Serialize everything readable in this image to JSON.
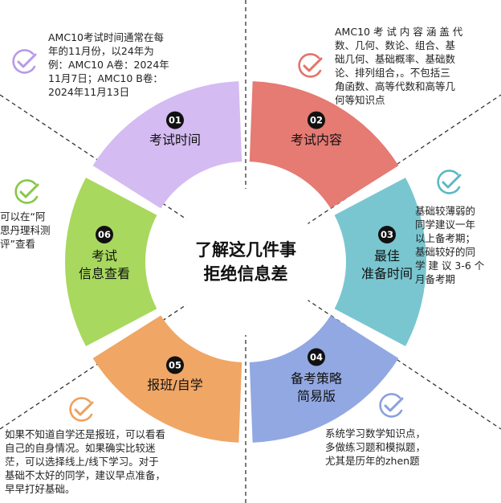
{
  "center": {
    "line1": "了解这几件事",
    "line2": "拒绝信息差"
  },
  "segments": [
    {
      "number": "01",
      "title": [
        "考试时间"
      ],
      "color": "#d4bbf2",
      "note": [
        "AMC10考试时间通常在每",
        "年的11月份，以24年为",
        "例：AMC10 A卷：2024年",
        "11月7日；AMC10 B卷：",
        "2024年11月13日"
      ],
      "check_color": "#b79ae8"
    },
    {
      "number": "02",
      "title": [
        "考试内容"
      ],
      "color": "#e57b73",
      "note": [
        "AMC10 考 试 内 容 涵 盖 代",
        "数、几何、数论、组合、基",
        "础几何、基础概率、基础数",
        "论、排列组合，。不包括三",
        "角函数、高等代数和高等几",
        "何等知识点"
      ],
      "check_color": "#e2736b"
    },
    {
      "number": "03",
      "title": [
        "最佳",
        "准备时间"
      ],
      "color": "#79c6d0",
      "note": [
        "基础较薄弱的",
        "同学建议一年",
        "以上备考期；",
        "基础较好的同",
        "学 建 议 3-6 个",
        "月备考期"
      ],
      "check_color": "#5ab9c5"
    },
    {
      "number": "04",
      "title": [
        "备考策略",
        "简易版"
      ],
      "color": "#92a8e2",
      "note": [
        "系统学习数学知识点，",
        "多做练习题和模拟题，",
        "尤其是历年的zhen题"
      ],
      "check_color": "#8aa0de"
    },
    {
      "number": "05",
      "title": [
        "报班/自学"
      ],
      "color": "#f0a665",
      "note": [
        "如果不知道自学还是报班，可以看看",
        "自己的自身情况。如果确实比较迷",
        "茫，可以选择线上/线下学习。对于",
        "基础不太好的同学，建议早点准备，",
        "早早打好基础。"
      ],
      "check_color": "#eea15e"
    },
    {
      "number": "06",
      "title": [
        "考试",
        "信息查看"
      ],
      "color": "#a8d85e",
      "note": [
        "可以在“阿",
        "思丹理科测",
        "评”查看"
      ],
      "check_color": "#86c84a"
    }
  ]
}
